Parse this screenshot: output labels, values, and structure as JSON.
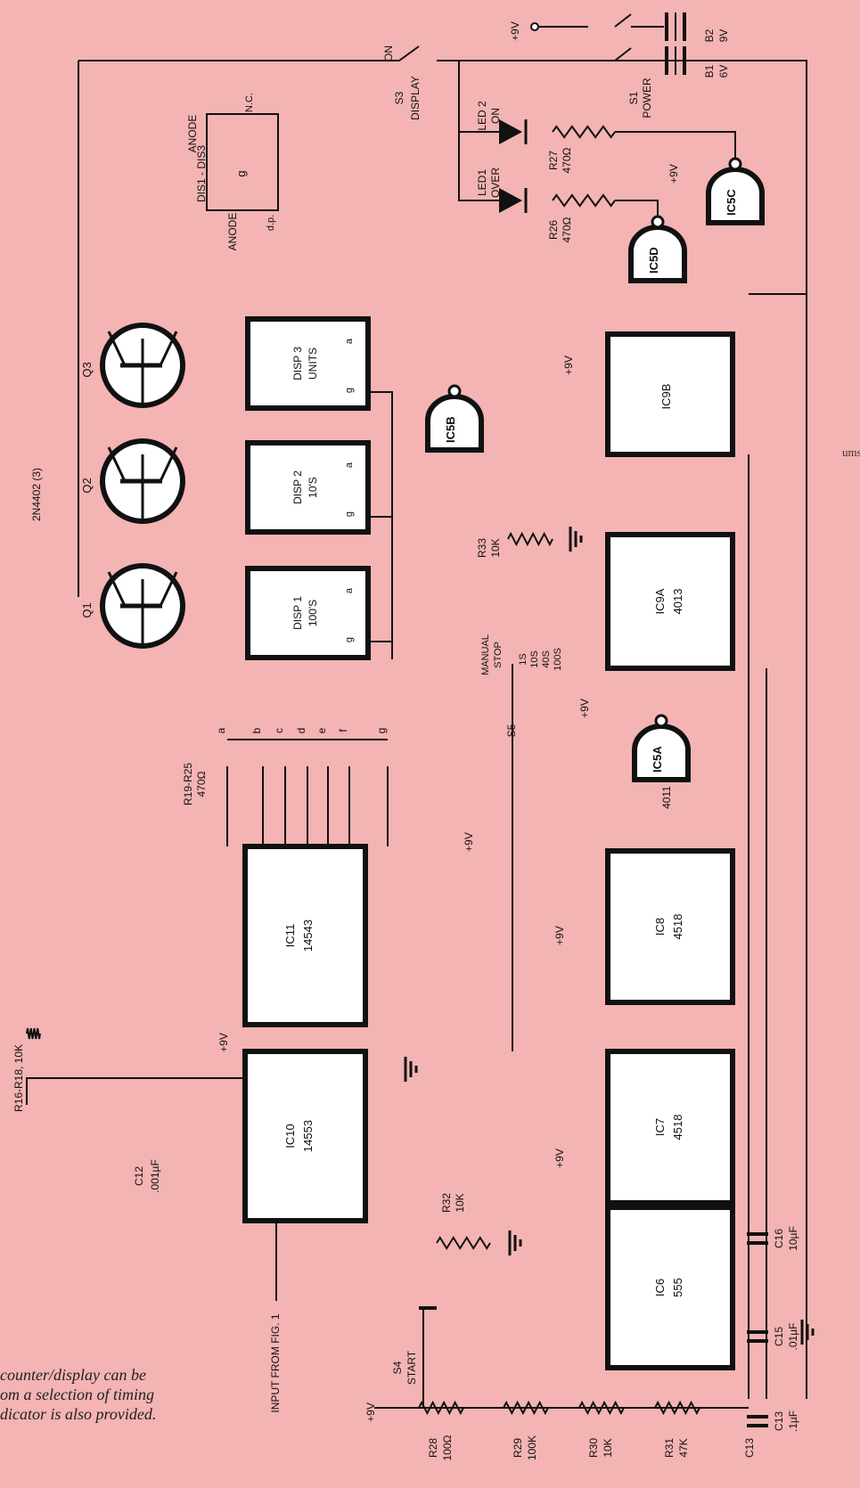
{
  "caption_lines": [
    "counter/display can be",
    "om a selection of timing",
    "dicator is also provided."
  ],
  "margin_fragment": "ums",
  "labels": {
    "dis_header": "DIS1 - DIS3",
    "disp3": [
      "DISP 3",
      "UNITS"
    ],
    "disp2": [
      "DISP 2",
      "10'S"
    ],
    "disp1": [
      "DISP 1",
      "100'S"
    ],
    "disp_pins": [
      "a",
      "g"
    ],
    "ic11": [
      "IC11",
      "14543"
    ],
    "ic10": [
      "IC10",
      "14553"
    ],
    "ic9a": [
      "IC9A",
      "4013"
    ],
    "ic9b": [
      "IC9B"
    ],
    "ic8": [
      "IC8",
      "4518"
    ],
    "ic7": [
      "IC7",
      "4518"
    ],
    "ic6": [
      "IC6",
      "555"
    ],
    "ic5a": [
      "IC5A",
      "4011"
    ],
    "ic5b": "IC5B",
    "ic5c": "IC5C",
    "ic5d": "IC5D",
    "q1": "Q1",
    "q2": "Q2",
    "q3": "Q3",
    "transistor_type": "2N4402 (3)",
    "r16": "R16-R18, 10K",
    "r19": [
      "R19-R25",
      "470Ω"
    ],
    "segments": [
      "a",
      "b",
      "c",
      "d",
      "e",
      "f",
      "g"
    ],
    "c12": [
      "C12",
      ".001µF"
    ],
    "c13": [
      "C13",
      ".1µF"
    ],
    "c15": [
      "C15",
      ".01µF"
    ],
    "c16": [
      "C16",
      "10µF"
    ],
    "r26": [
      "R26",
      "470Ω"
    ],
    "r27": [
      "R27",
      "470Ω"
    ],
    "r28": [
      "R28",
      "100Ω"
    ],
    "r29": [
      "R29",
      "100K"
    ],
    "r30": [
      "R30",
      "10K"
    ],
    "r31": [
      "R31",
      "47K"
    ],
    "r32": [
      "R32",
      "10K"
    ],
    "r33": [
      "R33",
      "10K"
    ],
    "led1": [
      "LED1",
      "OVER"
    ],
    "led2": [
      "LED 2",
      "ON"
    ],
    "s1": [
      "S1",
      "POWER"
    ],
    "s3": [
      "S3",
      "DISPLAY"
    ],
    "s4": [
      "S4",
      "START"
    ],
    "s5": "S5",
    "b1": [
      "B1",
      "6V"
    ],
    "b2": [
      "B2",
      "9V"
    ],
    "on": "ON",
    "v9": "+9V",
    "manual_stop": [
      "MANUAL",
      "STOP"
    ],
    "times": [
      "1S",
      "10S",
      "40S",
      "100S"
    ],
    "input": "INPUT FROM FIG. 1",
    "anode": "ANODE",
    "nc": "N.C.",
    "dp": "d.p."
  }
}
